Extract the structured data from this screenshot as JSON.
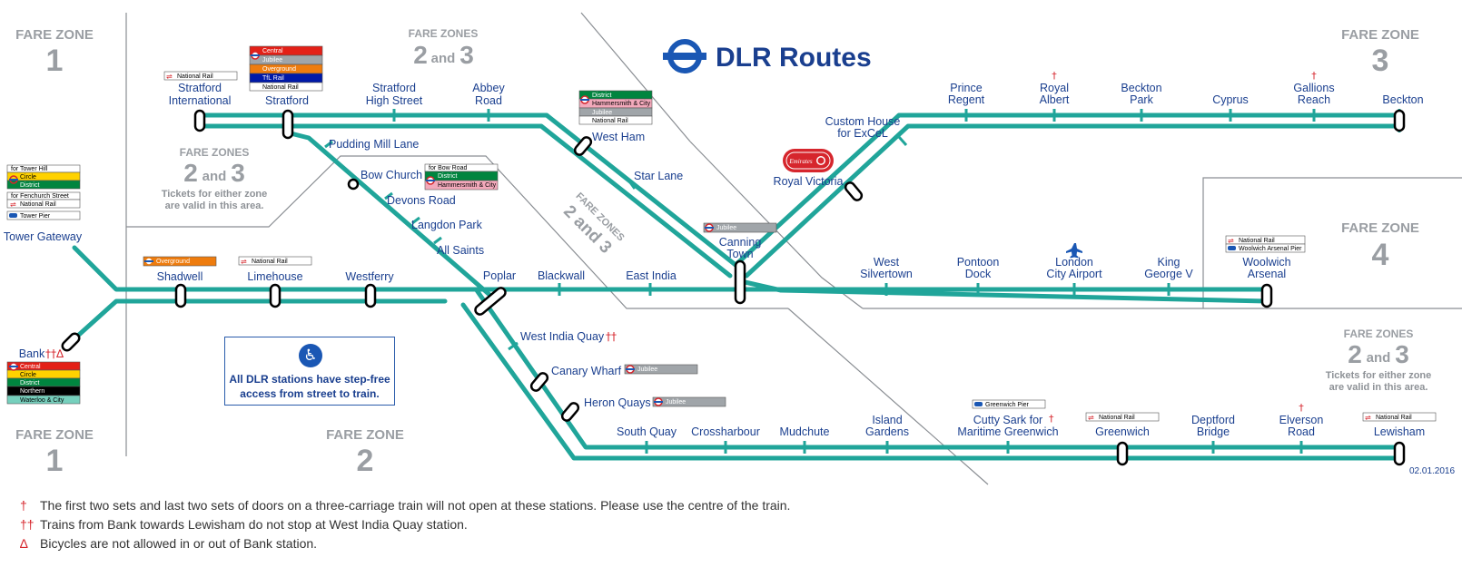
{
  "title": "DLR Routes",
  "date": "02.01.2016",
  "colors": {
    "dlr": "#20a59a",
    "brand": "#1a3f8f",
    "zone_text": "#9a9ea3",
    "red": "#d6262d"
  },
  "zones": {
    "fz1_top": {
      "label": "FARE ZONE",
      "num": "1"
    },
    "fz23_top": {
      "label": "FARE ZONES",
      "num_a": "2",
      "and": "and",
      "num_b": "3"
    },
    "fz3_top": {
      "label": "FARE ZONE",
      "num": "3"
    },
    "fz23_left": {
      "label": "FARE ZONES",
      "num_a": "2",
      "and": "and",
      "num_b": "3",
      "note1": "Tickets for either zone",
      "note2": "are valid in this area."
    },
    "fz23_diag": {
      "label": "FARE ZONES",
      "num": "2 and 3"
    },
    "fz4": {
      "label": "FARE ZONE",
      "num": "4"
    },
    "fz23_right": {
      "label": "FARE ZONES",
      "num_a": "2",
      "and": "and",
      "num_b": "3",
      "note1": "Tickets for either zone",
      "note2": "are valid in this area."
    },
    "fz1_bottom": {
      "label": "FARE ZONE",
      "num": "1"
    },
    "fz2_bottom": {
      "label": "FARE ZONE",
      "num": "2"
    }
  },
  "stations": {
    "tower_gateway": "Tower Gateway",
    "bank": "Bank",
    "bank_symbols": "††∆",
    "shadwell": "Shadwell",
    "limehouse": "Limehouse",
    "westferry": "Westferry",
    "stratford_international_1": "Stratford",
    "stratford_international_2": "International",
    "stratford": "Stratford",
    "stratford_high_street_1": "Stratford",
    "stratford_high_street_2": "High Street",
    "abbey_road_1": "Abbey",
    "abbey_road_2": "Road",
    "pudding_mill_lane": "Pudding Mill Lane",
    "bow_church": "Bow Church",
    "devons_road": "Devons Road",
    "langdon_park": "Langdon Park",
    "all_saints": "All Saints",
    "poplar": "Poplar",
    "blackwall": "Blackwall",
    "east_india": "East India",
    "west_ham": "West Ham",
    "star_lane": "Star Lane",
    "canning_town_1": "Canning",
    "canning_town_2": "Town",
    "west_india_quay": "West India Quay",
    "west_india_quay_symbols": "††",
    "canary_wharf": "Canary Wharf",
    "heron_quays": "Heron Quays",
    "south_quay": "South Quay",
    "crossharbour": "Crossharbour",
    "mudchute": "Mudchute",
    "island_gardens_1": "Island",
    "island_gardens_2": "Gardens",
    "cutty_sark_1": "Cutty Sark for",
    "cutty_sark_2": "Maritime Greenwich",
    "greenwich": "Greenwich",
    "deptford_bridge_1": "Deptford",
    "deptford_bridge_2": "Bridge",
    "elverson_road_1": "Elverson",
    "elverson_road_2": "Road",
    "lewisham": "Lewisham",
    "royal_victoria": "Royal Victoria",
    "custom_house_1": "Custom House",
    "custom_house_2": "for ExCeL",
    "prince_regent_1": "Prince",
    "prince_regent_2": "Regent",
    "royal_albert_1": "Royal",
    "royal_albert_2": "Albert",
    "beckton_park_1": "Beckton",
    "beckton_park_2": "Park",
    "cyprus": "Cyprus",
    "gallions_reach_1": "Gallions",
    "gallions_reach_2": "Reach",
    "beckton": "Beckton",
    "west_silvertown_1": "West",
    "west_silvertown_2": "Silvertown",
    "pontoon_dock_1": "Pontoon",
    "pontoon_dock_2": "Dock",
    "london_city_airport_1": "London",
    "london_city_airport_2": "City Airport",
    "king_george_v_1": "King",
    "king_george_v_2": "George V",
    "woolwich_arsenal_1": "Woolwich",
    "woolwich_arsenal_2": "Arsenal"
  },
  "dagger": "†",
  "interchange": {
    "tower_hill_head": "for Tower Hill",
    "fenchurch_head": "for Fenchurch Street",
    "bow_road_head": "for Bow Road",
    "national_rail": "National Rail",
    "circle": "Circle",
    "district": "District",
    "central": "Central",
    "jubilee": "Jubilee",
    "overground": "Overground",
    "tfl_rail": "TfL Rail",
    "northern": "Northern",
    "waterloo_city": "Waterloo & City",
    "hammersmith_city": "Hammersmith & City",
    "tower_pier": "Tower Pier",
    "greenwich_pier": "Greenwich Pier",
    "woolwich_arsenal_pier": "Woolwich Arsenal Pier",
    "emirates": "Emirates"
  },
  "accessibility_note": "All DLR stations have step-free\naccess from street to train.",
  "footnotes": [
    {
      "symbol": "†",
      "text": "The first two sets and last two sets of doors on a three-carriage train will not open at these stations. Please use the centre of the train."
    },
    {
      "symbol": "††",
      "text": "Trains from Bank towards Lewisham do not stop at West India Quay station."
    },
    {
      "symbol": "∆",
      "text": "Bicycles are not allowed in or out of Bank station."
    }
  ]
}
